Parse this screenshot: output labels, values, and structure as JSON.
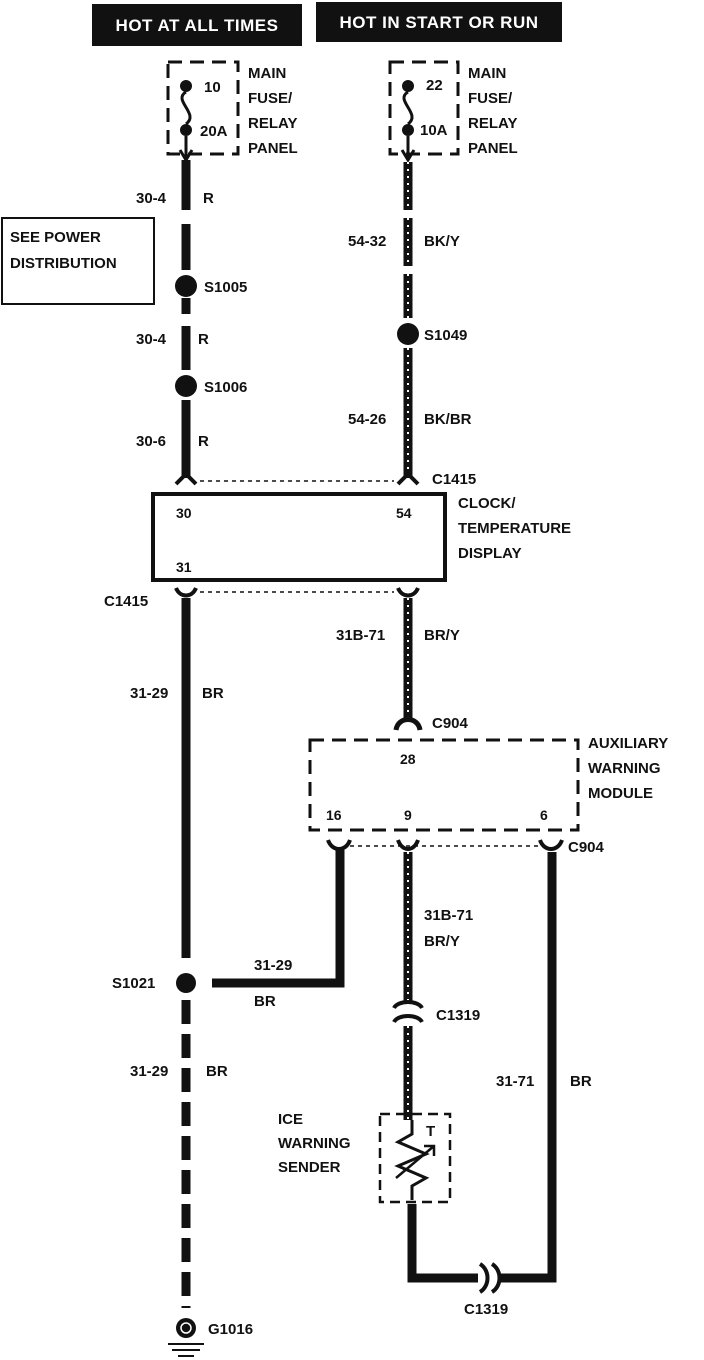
{
  "headers": {
    "left": "HOT AT ALL TIMES",
    "right": "HOT IN START OR RUN"
  },
  "fuse_left": {
    "number": "10",
    "rating": "20A",
    "label_lines": [
      "MAIN",
      "FUSE/",
      "RELAY",
      "PANEL"
    ]
  },
  "fuse_right": {
    "number": "22",
    "rating": "10A",
    "label_lines": [
      "MAIN",
      "FUSE/",
      "RELAY",
      "PANEL"
    ]
  },
  "see_power": [
    "SEE POWER",
    "DISTRIBUTION"
  ],
  "wires": {
    "w1": {
      "circuit": "30-4",
      "color": "R"
    },
    "w2": {
      "circuit": "30-4",
      "color": "R"
    },
    "w3": {
      "circuit": "30-6",
      "color": "R"
    },
    "w4": {
      "circuit": "54-32",
      "color": "BK/Y"
    },
    "w5": {
      "circuit": "54-26",
      "color": "BK/BR"
    },
    "w6": {
      "circuit": "31-29",
      "color": "BR"
    },
    "w7": {
      "circuit": "31B-71",
      "color": "BR/Y"
    },
    "w8": {
      "circuit": "31B-71",
      "color": "BR/Y"
    },
    "w9": {
      "circuit": "31-29",
      "color": "BR"
    },
    "w10": {
      "circuit": "31-29",
      "color": "BR"
    },
    "w11": {
      "circuit": "31-71",
      "color": "BR"
    }
  },
  "splices": {
    "s1005": "S1005",
    "s1006": "S1006",
    "s1049": "S1049",
    "s1021": "S1021"
  },
  "connectors": {
    "c1415_top": "C1415",
    "c1415_bottom": "C1415",
    "c904_top": "C904",
    "c904_right": "C904",
    "c1319_mid": "C1319",
    "c1319_bottom": "C1319"
  },
  "clock_display": {
    "label_lines": [
      "CLOCK/",
      "TEMPERATURE",
      "DISPLAY"
    ],
    "pins": {
      "p30": "30",
      "p54": "54",
      "p31": "31"
    }
  },
  "aux_module": {
    "label_lines": [
      "AUXILIARY",
      "WARNING",
      "MODULE"
    ],
    "pins": {
      "p28": "28",
      "p16": "16",
      "p9": "9",
      "p6": "6"
    }
  },
  "ice_sender": {
    "label_lines": [
      "ICE",
      "WARNING",
      "SENDER"
    ],
    "symbol": "T"
  },
  "ground": {
    "label": "G1016"
  }
}
